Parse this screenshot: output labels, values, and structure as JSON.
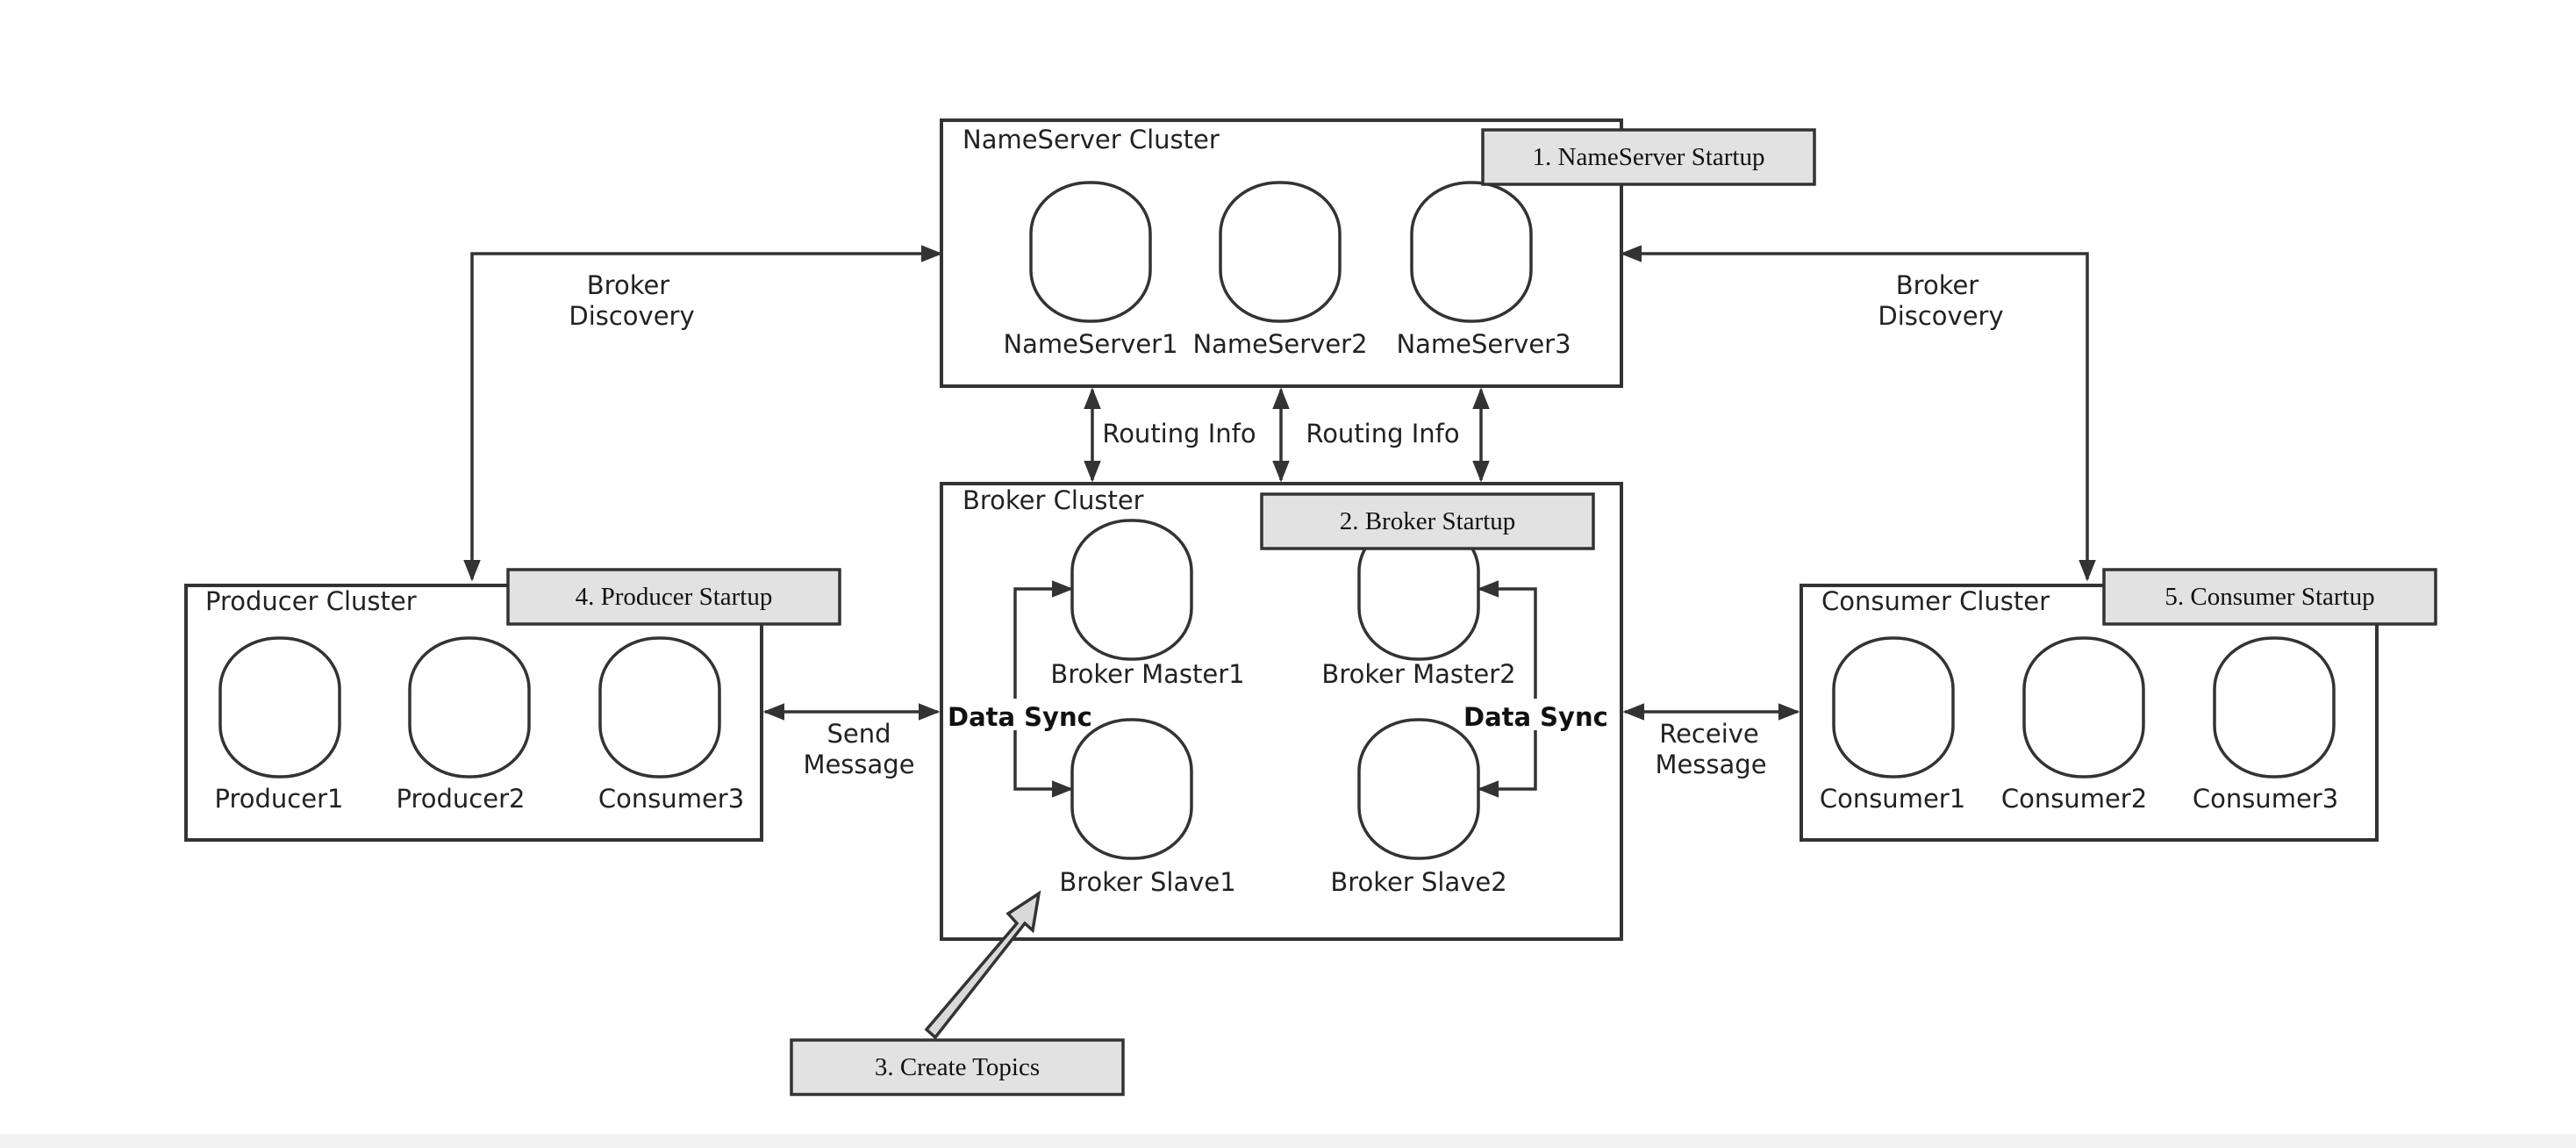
{
  "clusters": {
    "nameserver": "NameServer Cluster",
    "broker": "Broker Cluster",
    "producer": "Producer Cluster",
    "consumer": "Consumer Cluster"
  },
  "nodes": {
    "ns1": "NameServer1",
    "ns2": "NameServer2",
    "ns3": "NameServer3",
    "bm1": "Broker Master1",
    "bm2": "Broker Master2",
    "bs1": "Broker Slave1",
    "bs2": "Broker Slave2",
    "p1": "Producer1",
    "p2": "Producer2",
    "p3": "Consumer3",
    "c1": "Consumer1",
    "c2": "Consumer2",
    "c3": "Consumer3"
  },
  "steps": {
    "s1": "1. NameServer Startup",
    "s2": "2. Broker Startup",
    "s3": "3. Create Topics",
    "s4": "4. Producer Startup",
    "s5": "5. Consumer Startup"
  },
  "edges": {
    "broker_discovery_l1": "Broker",
    "broker_discovery_l2": "Discovery",
    "broker_discovery_r1": "Broker",
    "broker_discovery_r2": "Discovery",
    "routing1": "Routing Info",
    "routing2": "Routing Info",
    "send_l1": "Send",
    "send_l2": "Message",
    "receive_l1": "Receive",
    "receive_l2": "Message",
    "data_sync_left": "Data Sync",
    "data_sync_right": "Data Sync"
  }
}
